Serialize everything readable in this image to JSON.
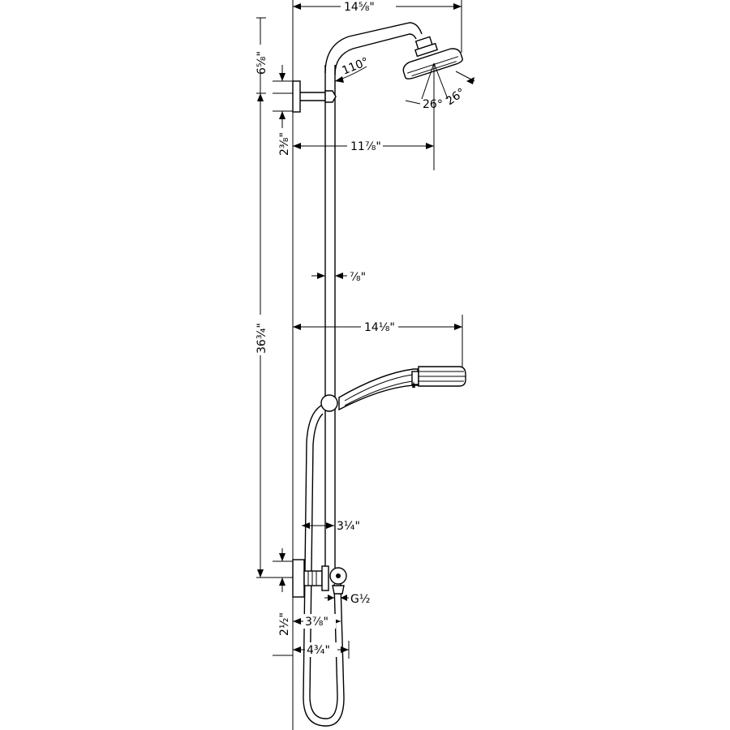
{
  "dimensions": {
    "top_width": "14⅝\"",
    "head_height": "6⅝\"",
    "arm_angle": "110°",
    "tilt_left": "26°",
    "tilt_right": "26°",
    "wall_offset_upper": "2⅜\"",
    "head_projection": "11⅞\"",
    "pipe_diameter": "⅞\"",
    "hand_shower_reach": "14⅛\"",
    "overall_height": "36¾\"",
    "hose_offset": "3¼\"",
    "connection_thread": "G½",
    "lower_offset": "2½\"",
    "thermostat_depth": "3⅞\"",
    "total_depth": "4¾\""
  }
}
